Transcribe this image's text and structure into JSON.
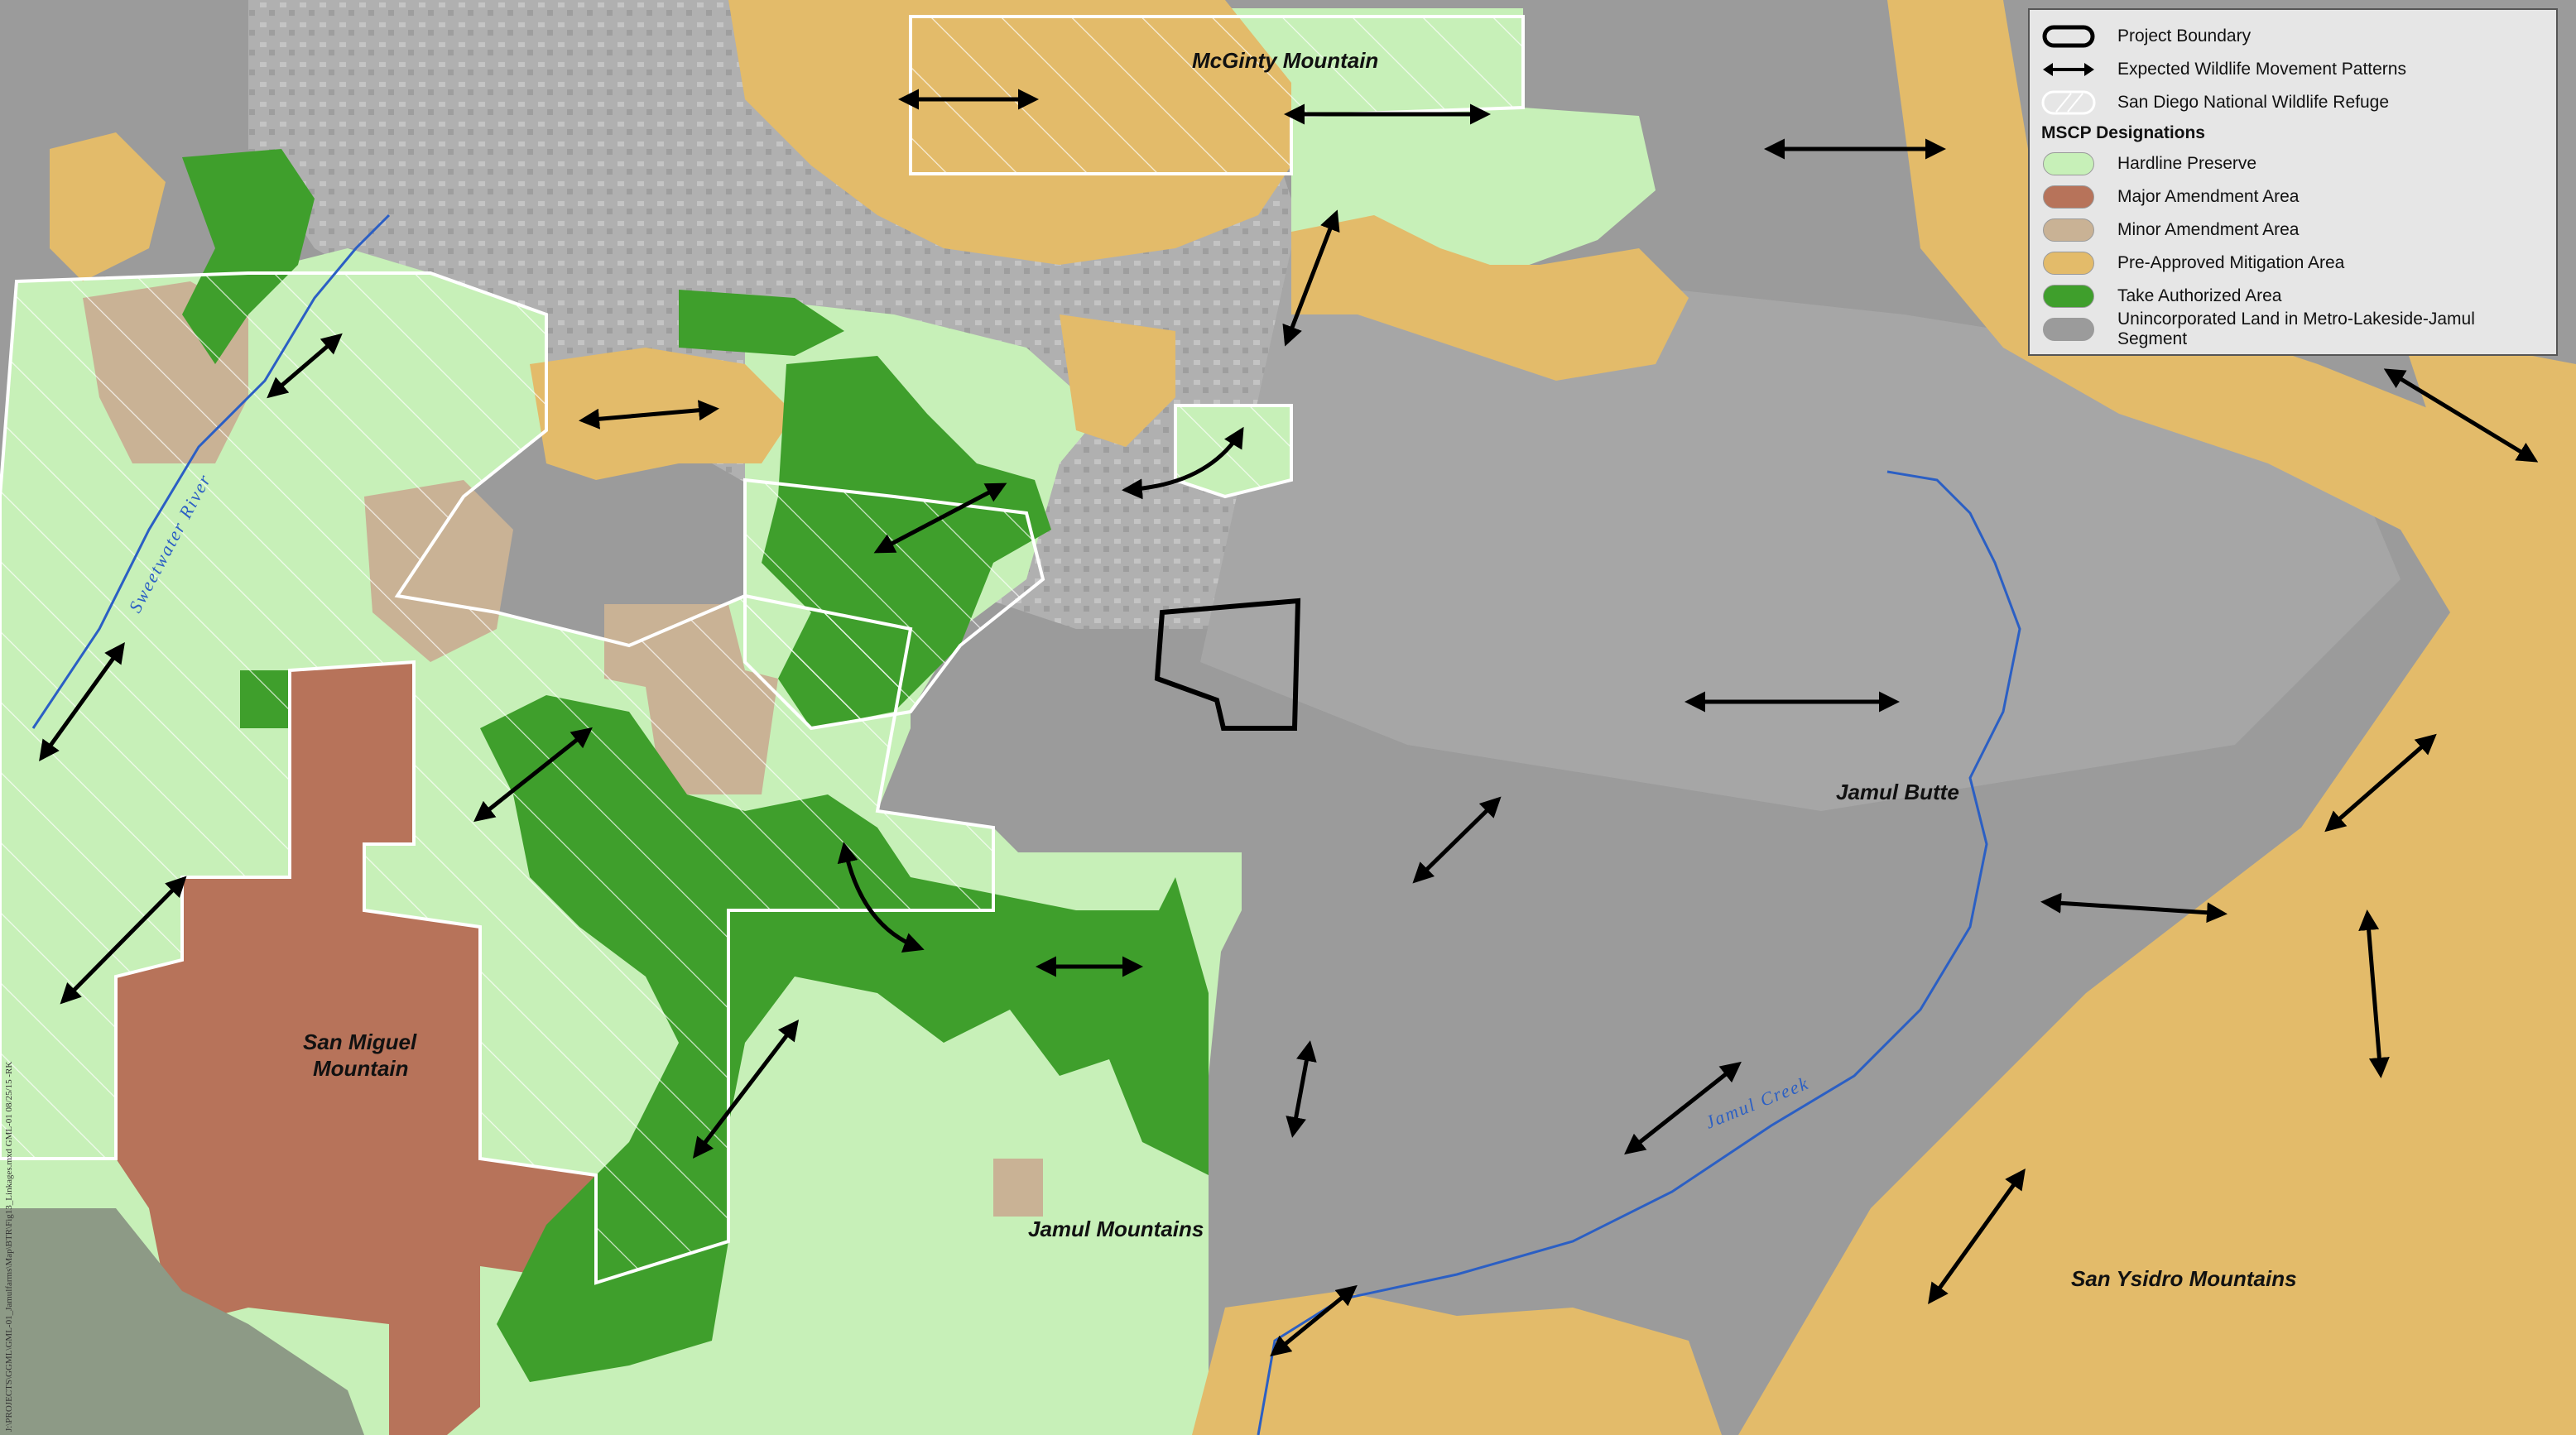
{
  "colors": {
    "unincorporated": "#9b9b9b",
    "urban": "#b4b4b4",
    "hardline_preserve": "#c7f0b8",
    "major_amendment": "#b7735a",
    "minor_amendment": "#c9b295",
    "pre_approved_mitigation": "#e3bb6a",
    "take_authorized": "#3f9f2c",
    "boundary": "#000000",
    "arrow": "#000000",
    "river": "#2b5fc4",
    "refuge_hatch": "#ffffff"
  },
  "labels": {
    "mcginty": "McGinty Mountain",
    "san_miguel_1": "San Miguel",
    "san_miguel_2": "Mountain",
    "jamul_mountains": "Jamul Mountains",
    "jamul_butte": "Jamul Butte",
    "san_ysidro": "San Ysidro Mountains",
    "sweetwater": "Sweetwater River",
    "jamul_creek": "Jamul Creek"
  },
  "side_path": "J:\\PROJECTS\\GGML\\GML-01_Jamulfarms\\Map\\BTR\\Fig13_Linkages.mxd GML-01 08/25/15 -RK",
  "legend": {
    "items": [
      {
        "label": "Project Boundary",
        "icon": "project-boundary-icon",
        "kind": "boundary"
      },
      {
        "label": "Expected Wildlife Movement Patterns",
        "icon": "double-arrow-icon",
        "kind": "arrow"
      },
      {
        "label": "San Diego National Wildlife Refuge",
        "icon": "refuge-hatch-icon",
        "kind": "hatch"
      }
    ],
    "heading": "MSCP Designations",
    "designations": [
      {
        "label": "Hardline Preserve",
        "color": "#c7f0b8",
        "icon": "hardline-preserve-swatch"
      },
      {
        "label": "Major Amendment Area",
        "color": "#b7735a",
        "icon": "major-amendment-swatch"
      },
      {
        "label": "Minor Amendment Area",
        "color": "#c9b295",
        "icon": "minor-amendment-swatch"
      },
      {
        "label": "Pre-Approved Mitigation Area",
        "color": "#e3bb6a",
        "icon": "pre-approved-mitigation-swatch"
      },
      {
        "label": "Take Authorized Area",
        "color": "#3f9f2c",
        "icon": "take-authorized-swatch"
      },
      {
        "label": "Unincorporated Land in Metro-Lakeside-Jamul Segment",
        "color": "#9b9b9b",
        "icon": "unincorporated-land-swatch"
      }
    ]
  }
}
